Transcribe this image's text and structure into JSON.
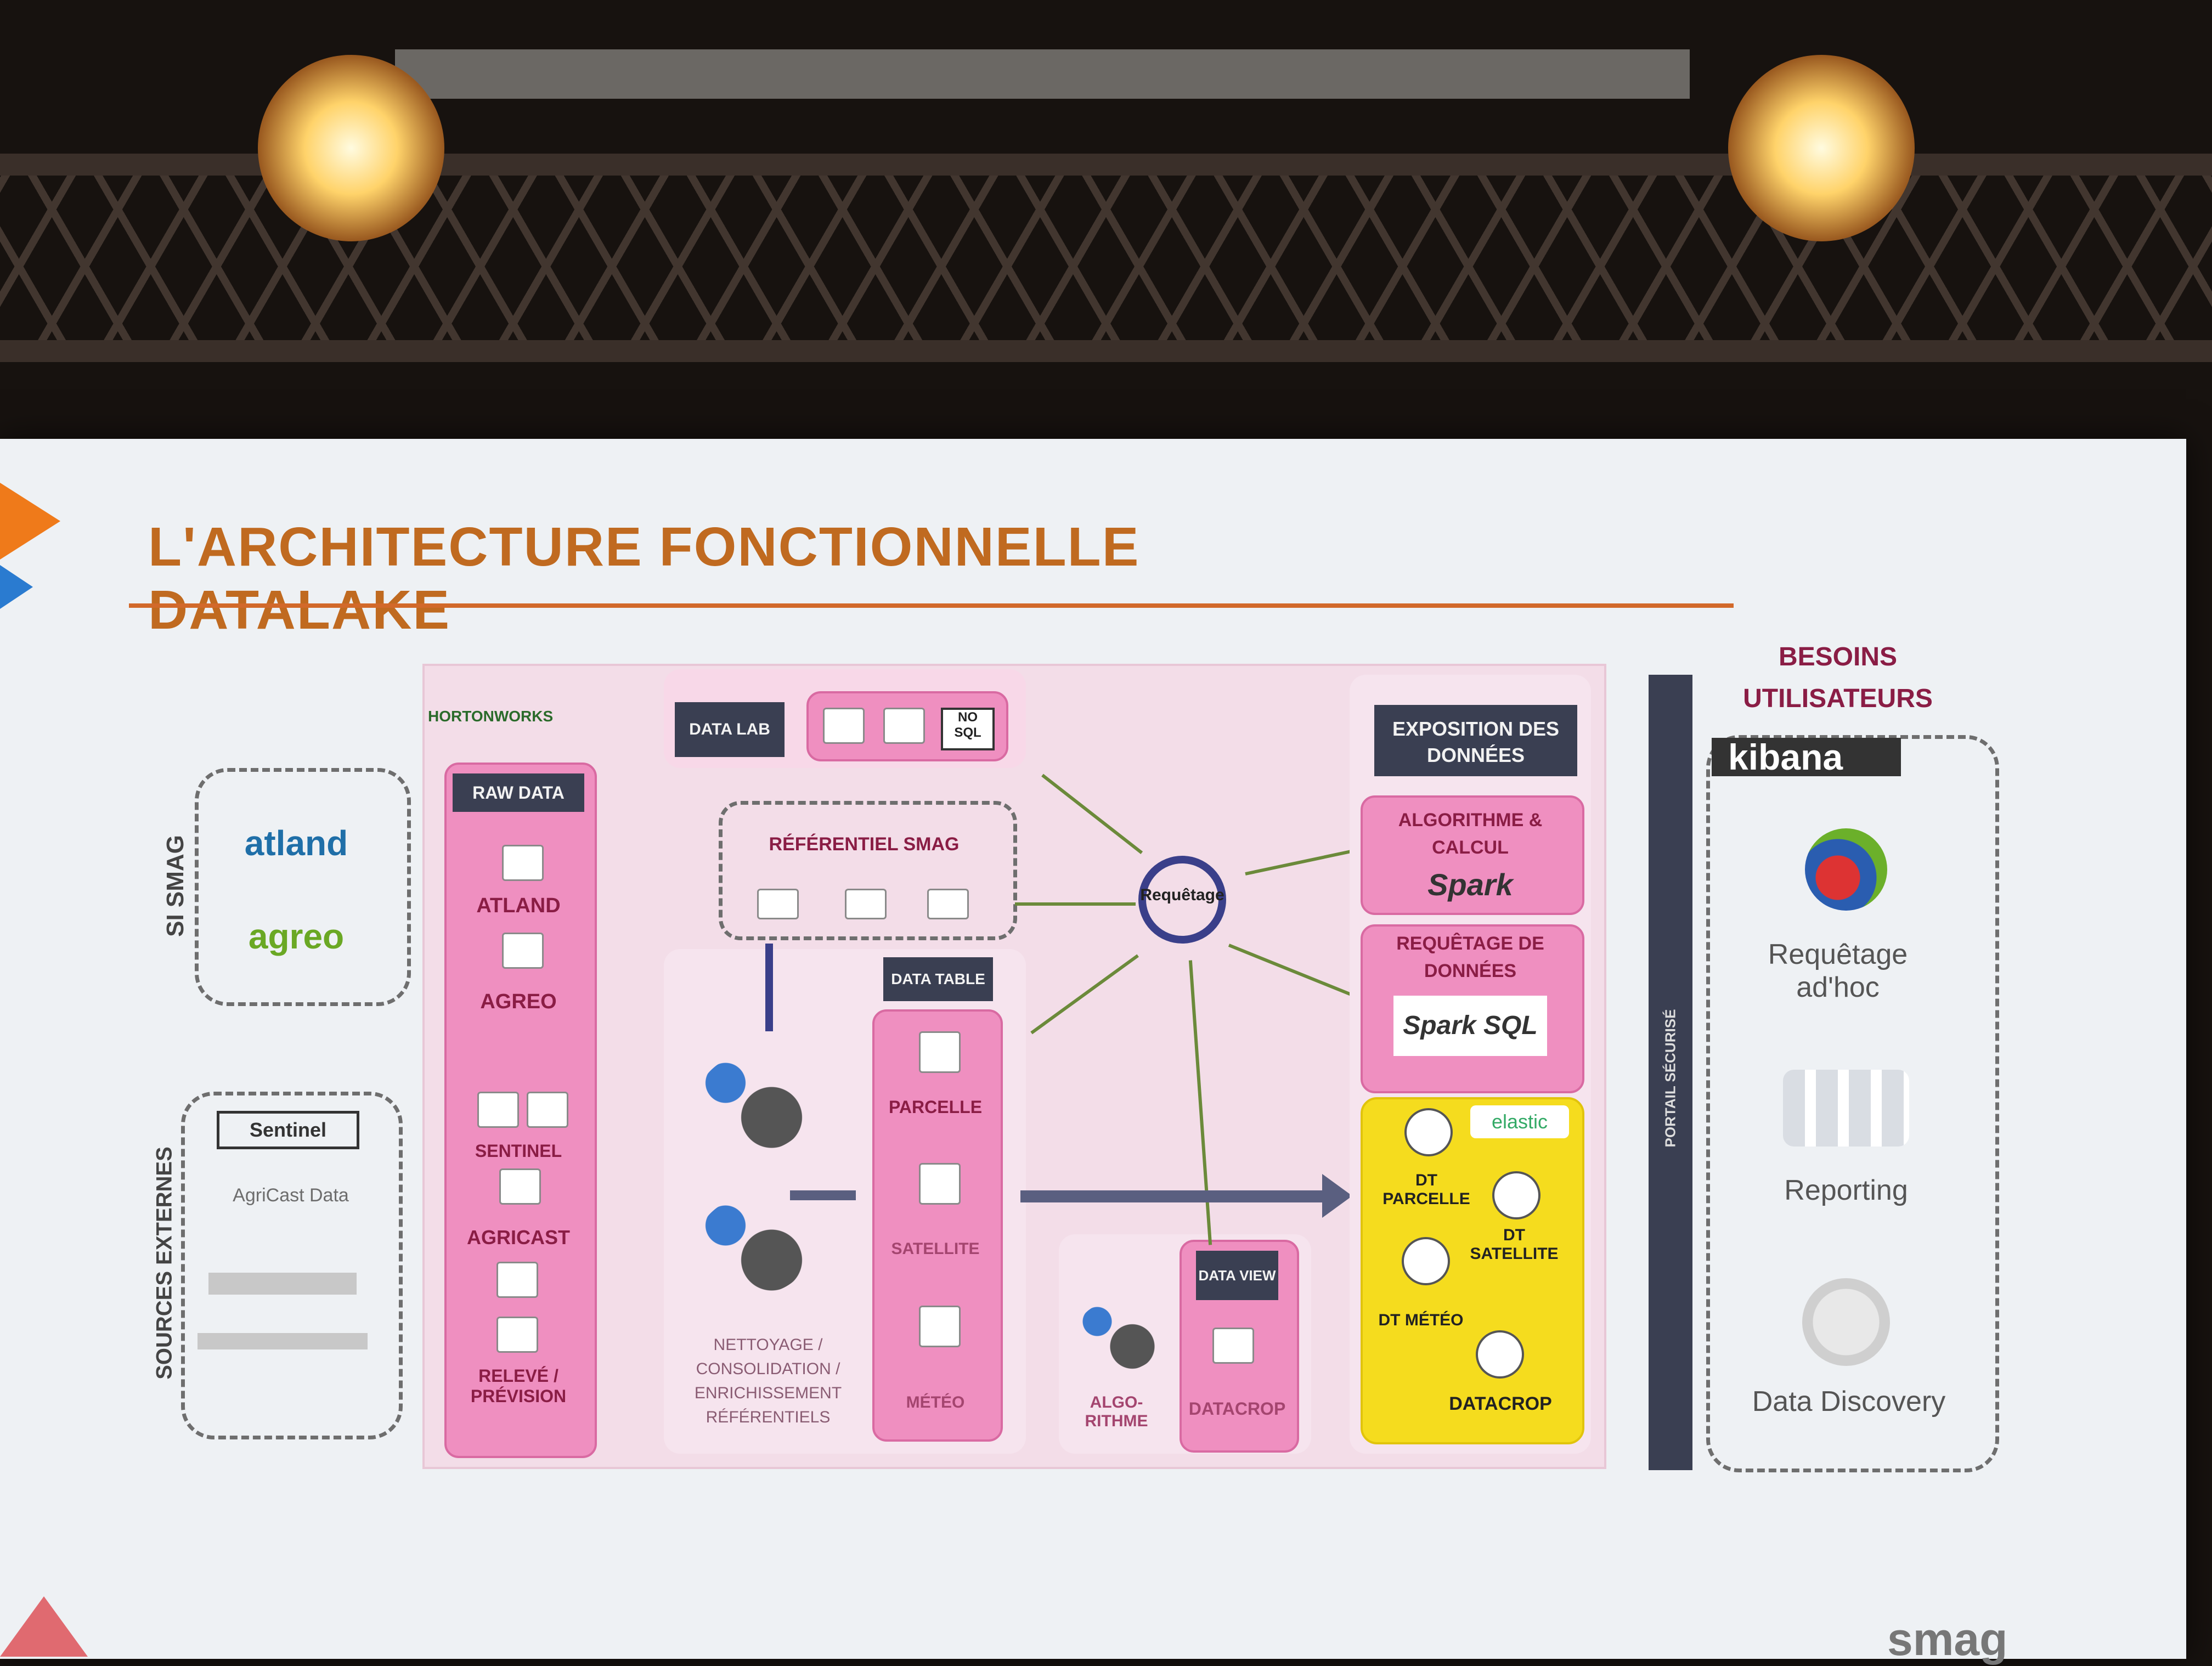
{
  "slide": {
    "title": "L'ARCHITECTURE FONCTIONNELLE DATALAKE"
  },
  "hortonworks_logo": "HORTONWORKS",
  "sources": {
    "si_smag_label": "SI SMAG",
    "externes_label": "SOURCES EXTERNES",
    "smag_items": [
      "atland",
      "agreo"
    ],
    "external_items": [
      "Sentinel",
      "AgriCast Data"
    ]
  },
  "raw_data": {
    "header": "RAW DATA",
    "items": [
      "ATLAND",
      "AGREO",
      "SENTINEL",
      "AGRICAST",
      "RELEVÉ / PRÉVISION"
    ]
  },
  "data_lab": {
    "header": "DATA LAB",
    "nosql": "NO SQL"
  },
  "referentiel": "RÉFÉRENTIEL SMAG",
  "processing_label": "NETTOYAGE / CONSOLIDATION / ENRICHISSEMENT RÉFÉRENTIELS",
  "data_table": {
    "header": "DATA TABLE",
    "items": [
      "PARCELLE",
      "SATELLITE",
      "MÉTÉO"
    ]
  },
  "algo_label": "ALGO-RITHME",
  "data_view": {
    "header": "DATA VIEW",
    "item": "DATACROP"
  },
  "requetage_center": "Requêtage",
  "exposition": {
    "header": "EXPOSITION DES DONNÉES",
    "algo_calc": "ALGORITHME & CALCUL",
    "spark": "Spark",
    "requetage_donnees": "REQUÊTAGE DE DONNÉES",
    "spark_sql": "Spark SQL",
    "elastic": "elastic",
    "dt_parcelle": "DT PARCELLE",
    "dt_satellite": "DT SATELLITE",
    "dt_meteo": "DT MÉTÉO",
    "datacrop": "DATACROP"
  },
  "portail_label": "PORTAIL SÉCURISÉ",
  "besoins": {
    "title": "BESOINS UTILISATEURS",
    "kibana": "kibana",
    "items": [
      "Requêtage ad'hoc",
      "Reporting",
      "Data Discovery"
    ]
  },
  "footer_logo": "smag",
  "colors": {
    "title": "#c06a20",
    "pink": "#ef8fc0",
    "yellow": "#f5dc1e",
    "dark_bar": "#3a3f52",
    "arrow_green": "#6b8a3a"
  }
}
